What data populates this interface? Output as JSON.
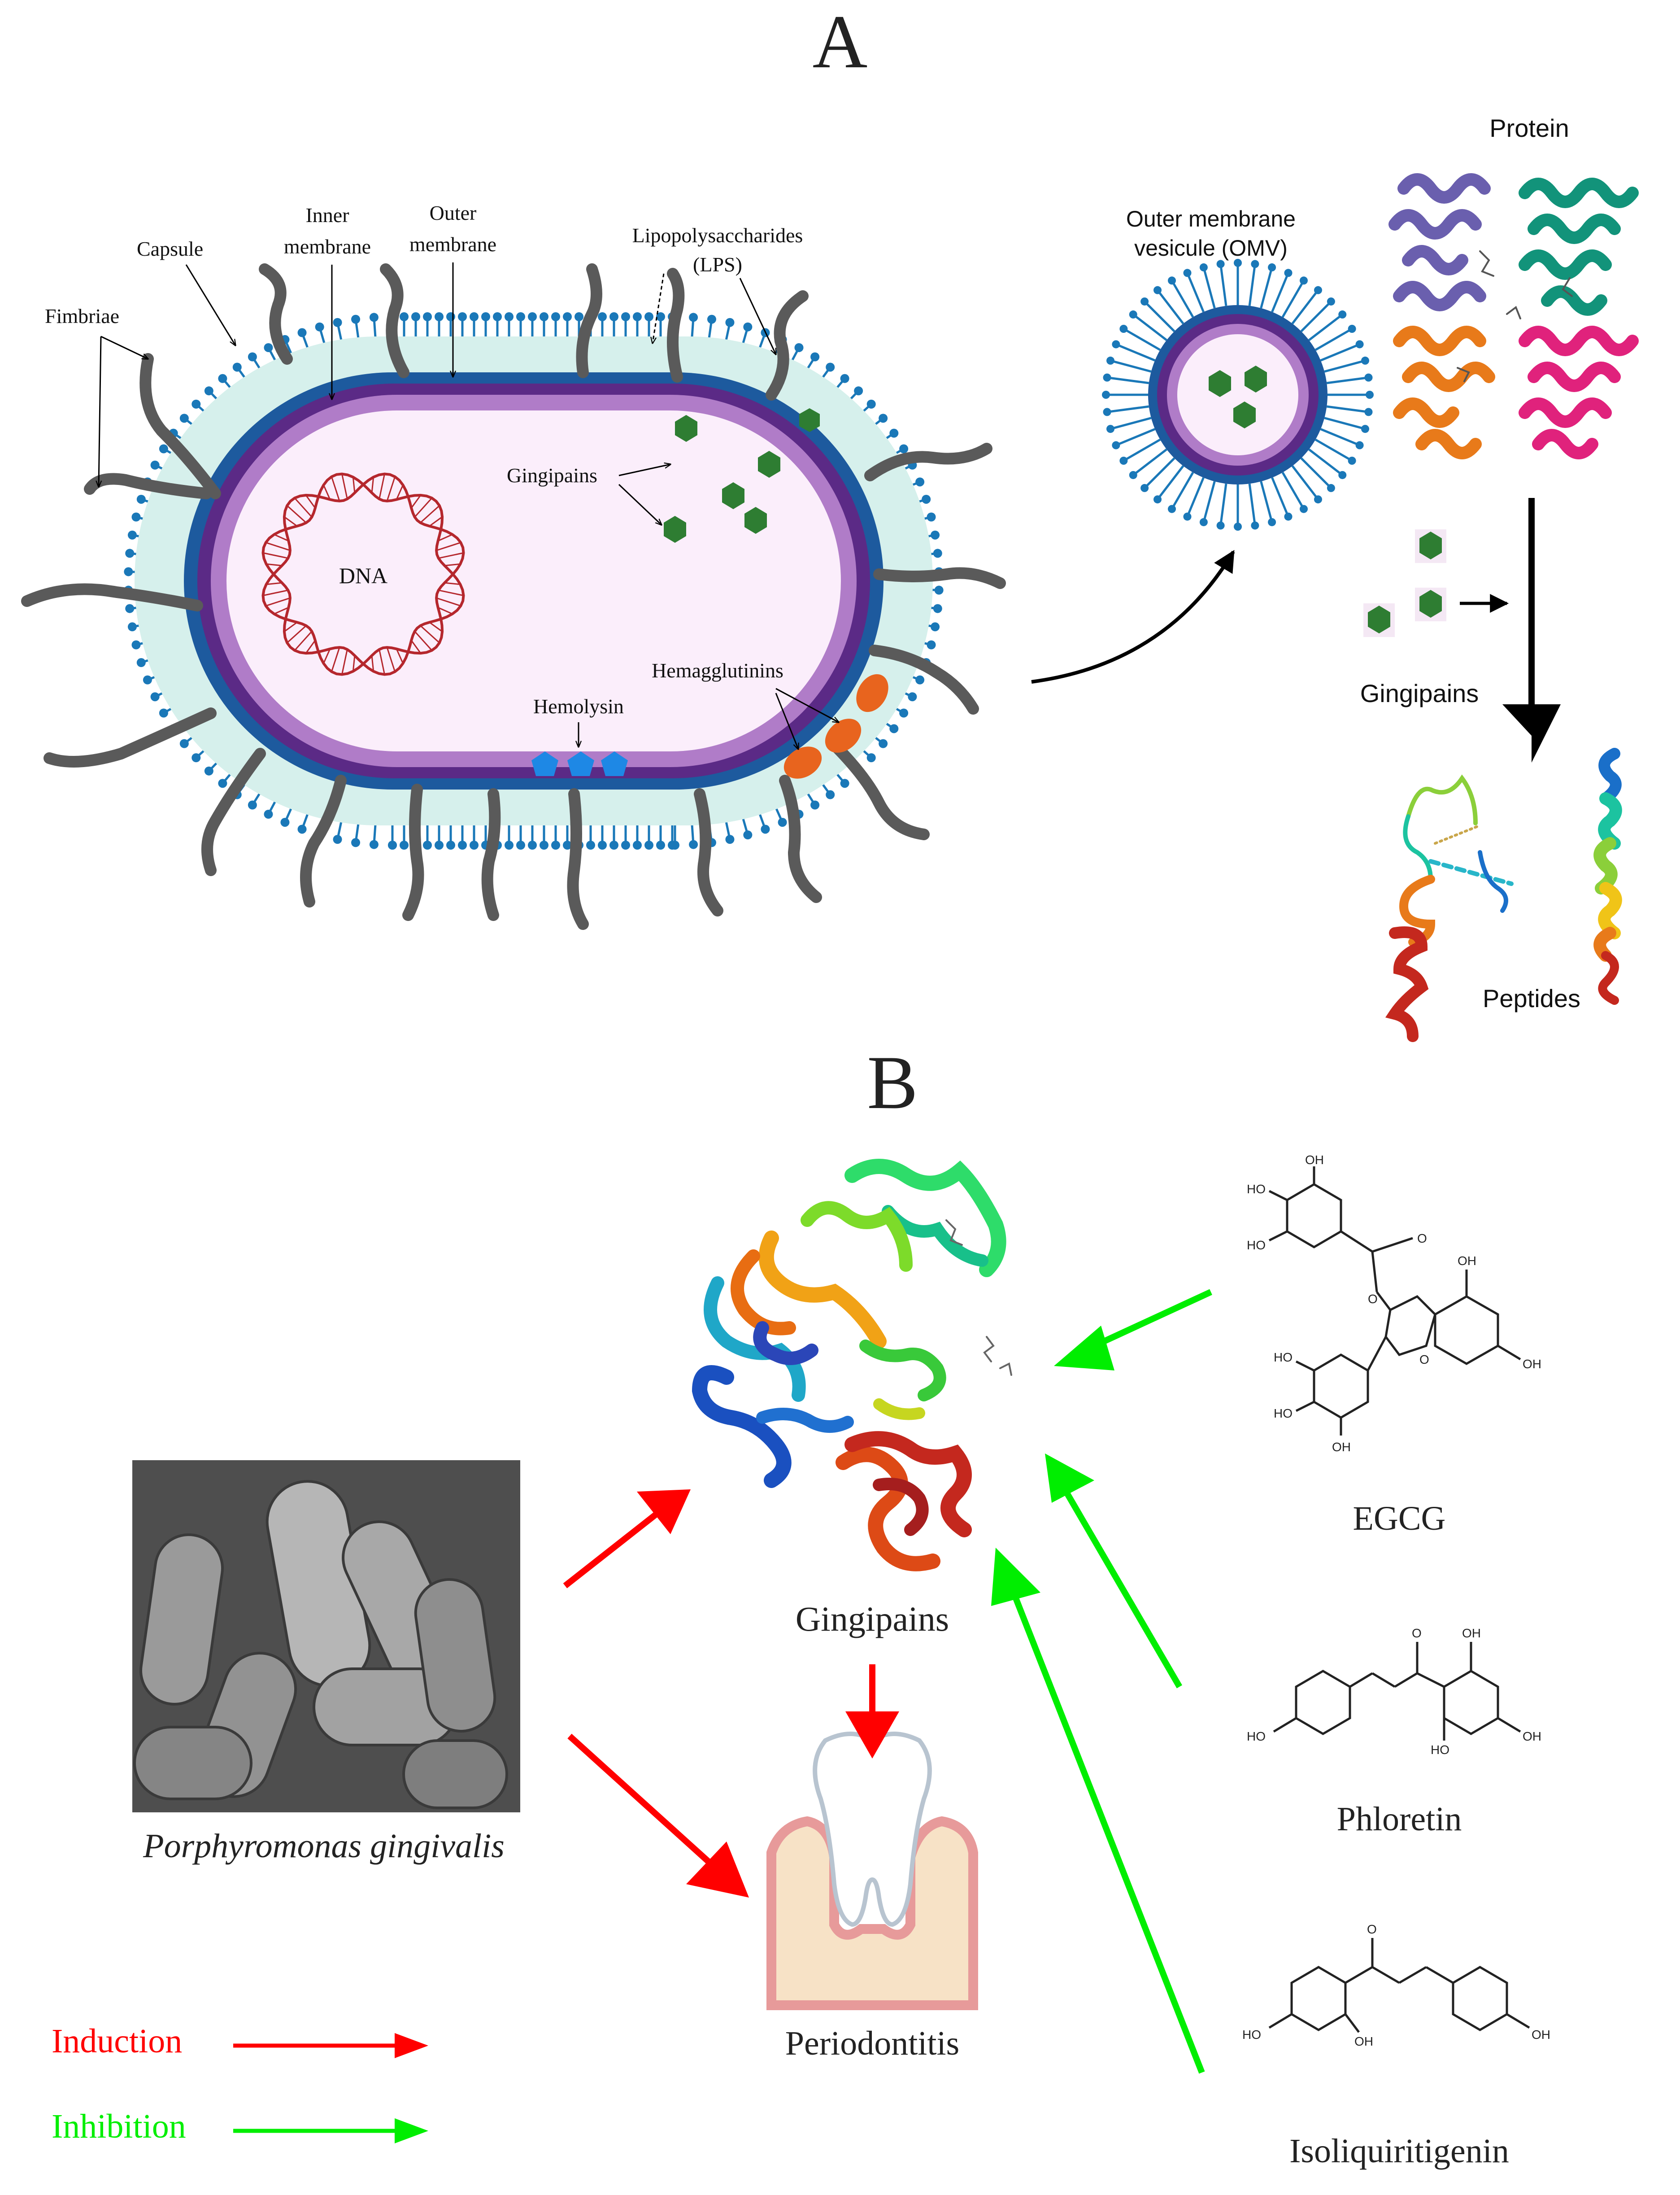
{
  "panel_a": {
    "label": "A",
    "labels": {
      "fimbriae": "Fimbriae",
      "capsule": "Capsule",
      "inner_membrane_1": "Inner",
      "inner_membrane_2": "membrane",
      "outer_membrane_1": "Outer",
      "outer_membrane_2": "membrane",
      "lps_1": "Lipopolysaccharides",
      "lps_2": "(LPS)",
      "gingipains": "Gingipains",
      "dna": "DNA",
      "hemolysin": "Hemolysin",
      "hemagglutinins": "Hemagglutinins",
      "omv_1": "Outer membrane",
      "omv_2": "vesicule (OMV)",
      "protein": "Protein",
      "gingipains_right": "Gingipains",
      "peptides": "Peptides"
    }
  },
  "panel_b": {
    "label": "B",
    "labels": {
      "gingipains": "Gingipains",
      "pg": "Porphyromonas gingivalis",
      "periodontitis": "Periodontitis",
      "egcg": "EGCG",
      "phloretin": "Phloretin",
      "isoliquiritigenin": "Isoliquiritigenin",
      "oh": "OH",
      "ho": "HO",
      "o": "O"
    },
    "legend": {
      "induction": "Induction",
      "inhibition": "Inhibition"
    }
  },
  "colors": {
    "induction": "#ff0000",
    "inhibition": "#00ee00",
    "lps": "#1a78b8",
    "capsule": "#d6f0ec",
    "outer_membrane": "#1d5a9e",
    "periplasm": "#5b2a86",
    "inner_membrane": "#b07cc8",
    "cytoplasm": "#fbeefb",
    "fimbriae": "#5a5a5a",
    "dna": "#b5272d",
    "gingipain": "#2e7d32",
    "hemolysin": "#1e88e5",
    "hemagglutinin": "#e8641e"
  }
}
